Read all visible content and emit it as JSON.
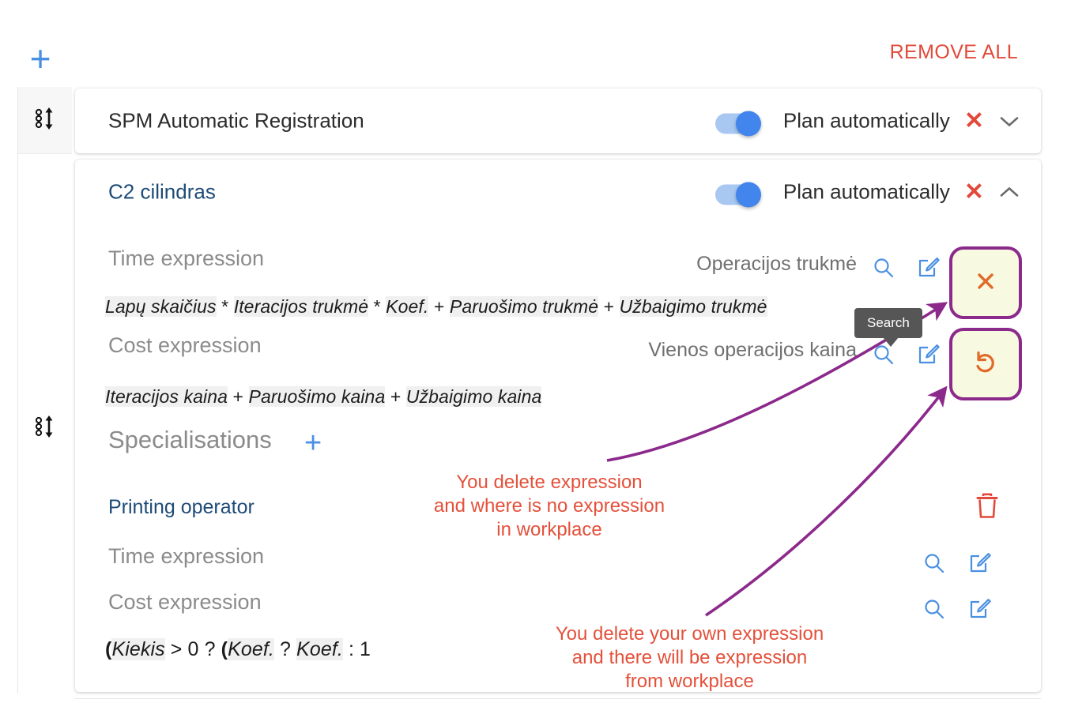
{
  "topbar": {
    "add_label": "+",
    "add_icon": "plus-icon",
    "remove_all_label": "REMOVE ALL",
    "remove_all_color": "#e2493a"
  },
  "colors": {
    "accent_blue": "#4a90e2",
    "link_navy": "#1e4b77",
    "danger_red": "#e2493a",
    "annotation_red": "#e4503a",
    "highlight_border": "#8c2a8c",
    "highlight_fill": "#f7f9e0",
    "toggle_on": "#4285ec",
    "token_bg": "#f0f0f0"
  },
  "cards": [
    {
      "title": "SPM Automatic Registration",
      "title_style": "plain",
      "toggle_label": "Plan automatically",
      "toggle_on": true,
      "remove_icon": "close-x-icon",
      "expand_icon": "chevron-down-icon",
      "expanded": false,
      "drag_handle_icon": "drag-handle-icon"
    },
    {
      "title": "C2 cilindras",
      "title_style": "link",
      "toggle_label": "Plan automatically",
      "toggle_on": true,
      "remove_icon": "close-x-icon",
      "expand_icon": "chevron-up-icon",
      "expanded": true,
      "drag_handle_icon": "drag-handle-icon",
      "time_expression": {
        "label": "Time expression",
        "right_label": "Operacijos trukmė",
        "tokens": [
          {
            "text": "Lapų skaičius",
            "highlight": true
          },
          {
            "text": " * ",
            "highlight": false
          },
          {
            "text": "Iteracijos trukmė",
            "highlight": true
          },
          {
            "text": " * ",
            "highlight": false
          },
          {
            "text": "Koef.",
            "highlight": true
          },
          {
            "text": " + ",
            "highlight": false
          },
          {
            "text": "Paruošimo trukmė",
            "highlight": true
          },
          {
            "text": " + ",
            "highlight": false
          },
          {
            "text": "Užbaigimo trukmė",
            "highlight": true
          }
        ],
        "actions": [
          "search-icon",
          "edit-icon",
          "clear-expression-icon"
        ]
      },
      "cost_expression": {
        "label": "Cost expression",
        "right_label": "Vienos operacijos kaina",
        "tokens": [
          {
            "text": "Iteracijos kaina",
            "highlight": true
          },
          {
            "text": " + ",
            "highlight": false
          },
          {
            "text": "Paruošimo kaina",
            "highlight": true
          },
          {
            "text": " + ",
            "highlight": false
          },
          {
            "text": "Užbaigimo kaina",
            "highlight": true
          }
        ],
        "actions": [
          "search-icon",
          "edit-icon",
          "restore-expression-icon"
        ]
      },
      "specialisations": {
        "title": "Specialisations",
        "add_label": "+",
        "add_icon": "plus-icon",
        "items": [
          {
            "name": "Printing operator",
            "delete_icon": "trash-icon",
            "time_expression": {
              "label": "Time expression",
              "value": "",
              "actions": [
                "search-icon",
                "edit-icon"
              ]
            },
            "cost_expression": {
              "label": "Cost expression",
              "tokens": [
                {
                  "text": "(",
                  "highlight": false,
                  "bold": true
                },
                {
                  "text": "Kiekis",
                  "highlight": true
                },
                {
                  "text": " > 0 ? ",
                  "highlight": false
                },
                {
                  "text": "(",
                  "highlight": false,
                  "bold": true
                },
                {
                  "text": "Koef.",
                  "highlight": true
                },
                {
                  "text": " ? ",
                  "highlight": false
                },
                {
                  "text": "Koef.",
                  "highlight": true
                },
                {
                  "text": " : 1",
                  "highlight": false
                }
              ],
              "actions": [
                "search-icon",
                "edit-icon"
              ]
            }
          }
        ]
      }
    }
  ],
  "tooltip": {
    "text": "Search"
  },
  "annotations": [
    {
      "id": "annotation-clear",
      "text": "You delete expression\nand where is no expression\nin workplace"
    },
    {
      "id": "annotation-restore",
      "text": "You delete your own expression\nand there will be expression\nfrom workplace"
    }
  ]
}
